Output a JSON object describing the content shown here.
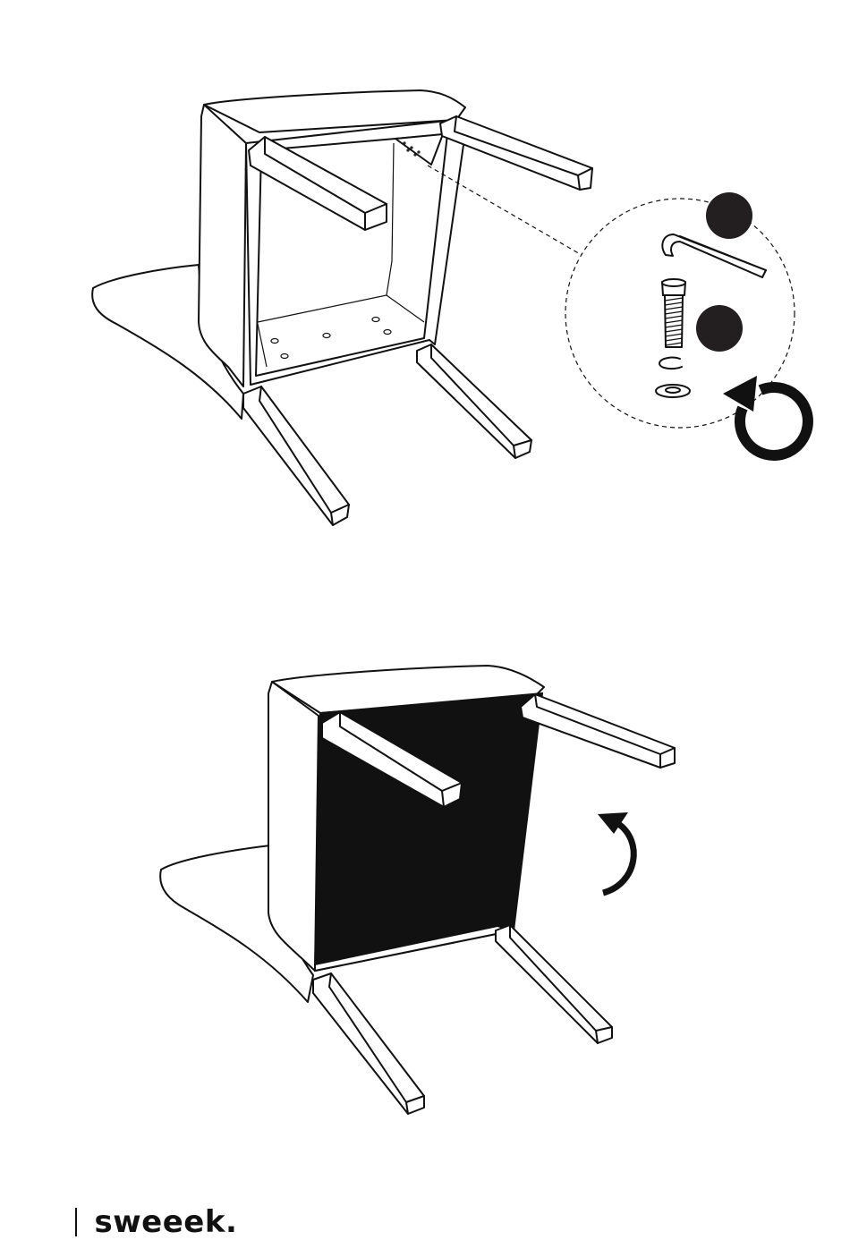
{
  "brand": {
    "name": "sweeek."
  },
  "steps": [
    {
      "action": "attach-legs",
      "parts": [
        "allen-key",
        "bolt",
        "spring-washer",
        "flat-washer"
      ],
      "rotation": "clockwise"
    },
    {
      "action": "turn-chair-upright",
      "rotation": "rotate"
    }
  ],
  "colors": {
    "line": "#111111",
    "fill": "#ffffff",
    "badge": "#231f20"
  }
}
